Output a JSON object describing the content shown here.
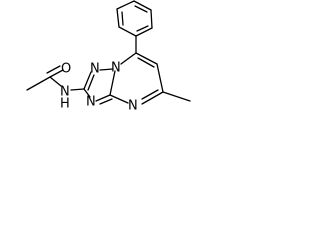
{
  "structure": {
    "atoms": {
      "carbonyl_oxygen": "O",
      "amide_nitrogen": "N",
      "amide_hydrogen": "H",
      "triazole_n_left": "N",
      "triazole_n_right": "N",
      "triazole_n_bottom": "N",
      "pyrimidine_n": "N"
    }
  }
}
